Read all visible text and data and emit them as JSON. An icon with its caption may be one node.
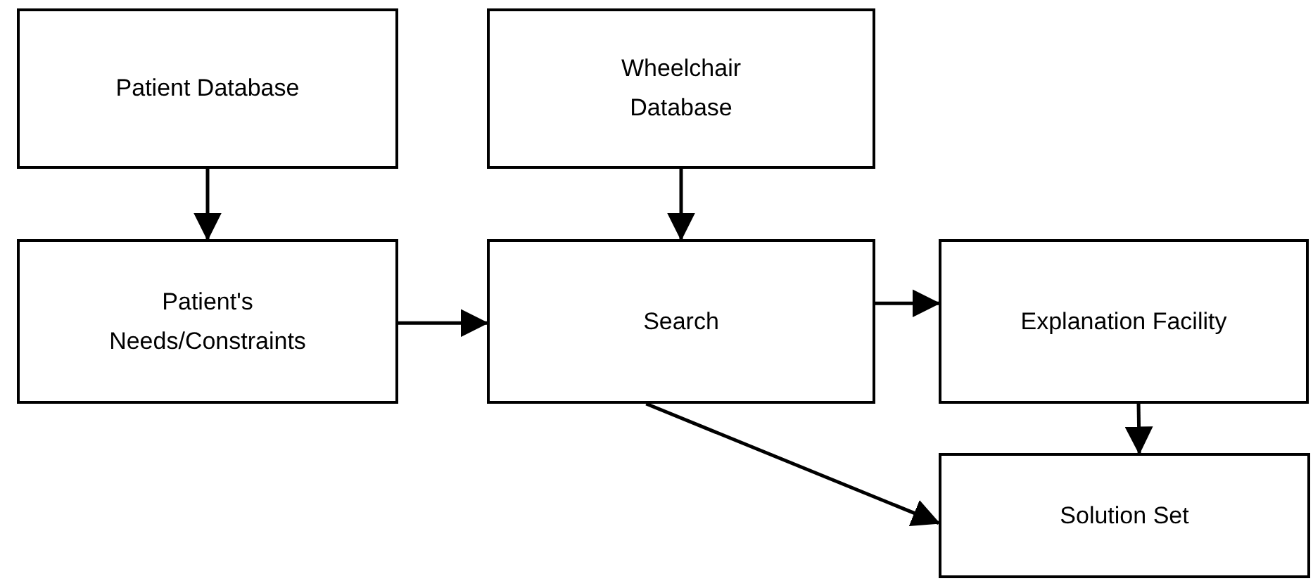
{
  "diagram": {
    "nodes": [
      {
        "text": [
          "Patient Database"
        ]
      },
      {
        "text": [
          "Wheelchair Database"
        ]
      },
      {
        "text": [
          "Patient's Needs/Constraints"
        ]
      },
      {
        "text": [
          "Search"
        ]
      },
      {
        "text": [
          "Explanation Facility"
        ]
      },
      {
        "text": [
          "Solution Set"
        ]
      }
    ],
    "edges": [
      {
        "from": 0,
        "to": 2,
        "arrow": "to"
      },
      {
        "from": 1,
        "to": 3,
        "arrow": "to"
      },
      {
        "from": 2,
        "to": 3,
        "arrow": "to"
      },
      {
        "from": 3,
        "to": 4,
        "arrow": "to"
      },
      {
        "from": 4,
        "to": 5,
        "arrow": "to"
      },
      {
        "from": 3,
        "to": 5,
        "arrow": "to"
      }
    ]
  }
}
